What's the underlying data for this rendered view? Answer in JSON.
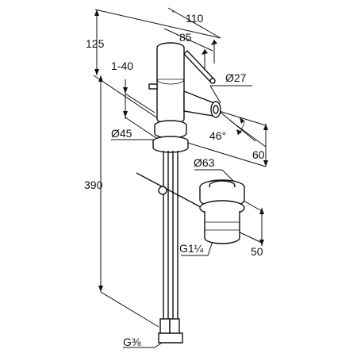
{
  "diagram": {
    "labels": {
      "w110": "110",
      "w85": "85",
      "h125": "125",
      "adj": "1-40",
      "d27": "Ø27",
      "ang46": "46°",
      "d45": "Ø45",
      "h60": "60",
      "d63": "Ø63",
      "h390": "390",
      "thread1": "G1¼",
      "h50": "50",
      "thread2": "G⅜"
    }
  }
}
